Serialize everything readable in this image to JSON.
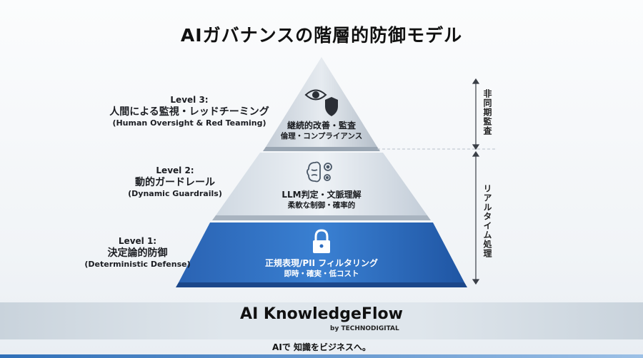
{
  "title": "AIガバナンスの階層的防御モデル",
  "levels": [
    {
      "num": "Level 3:",
      "name": "人間による監視・レッドチーミング",
      "en": "(Human Oversight & Red Teaming)"
    },
    {
      "num": "Level 2:",
      "name": "動的ガードレール",
      "en": "(Dynamic Guardrails)"
    },
    {
      "num": "Level 1:",
      "name": "決定論的防御",
      "en": "(Deterministic Defense)"
    }
  ],
  "tiers": [
    {
      "line1": "継続的改善・監査",
      "line2": "倫理・コンプライアンス",
      "icon": "eye-shield-icon"
    },
    {
      "line1": "LLM判定・文脈理解",
      "line2": "柔軟な制御・確率的",
      "icon": "brain-gear-icon"
    },
    {
      "line1": "正規表現/PII フィルタリング",
      "line2": "即時・確実・低コスト",
      "icon": "lock-icon"
    }
  ],
  "side_labels": {
    "async": "非同期監査",
    "realtime": "リアルタイム処理"
  },
  "brand": {
    "name": "AI KnowledgeFlow",
    "by": "by TECHNODIGITAL",
    "tagline": "AIで 知識をビジネスへ。"
  },
  "colors": {
    "tier_top": "#d7dde4",
    "tier_mid": "#e4eaf0",
    "tier_bottom": "#2c6cc0",
    "accent": "#2f6fb8"
  }
}
